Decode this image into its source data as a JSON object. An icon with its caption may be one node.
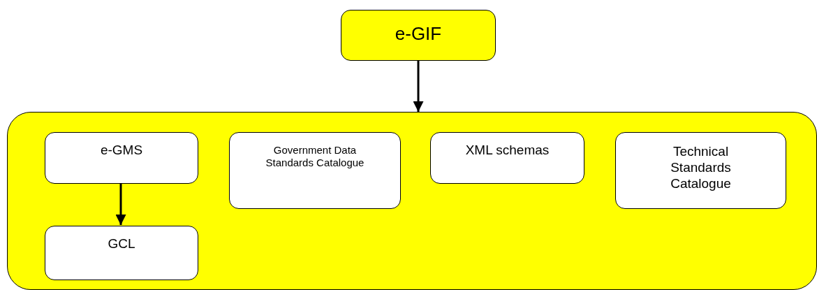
{
  "diagram": {
    "nodes": [
      {
        "text": [
          "e-GIF"
        ]
      },
      {
        "text": [],
        "shape": "box"
      },
      {
        "text": [
          "e-GMS"
        ],
        "in": 1
      },
      {
        "text": [
          "Government Data Standards Catalogue"
        ],
        "in": 1
      },
      {
        "text": [
          "XML schemas"
        ],
        "in": 1
      },
      {
        "text": [
          "Technical Standards Catalogue"
        ],
        "in": 1
      },
      {
        "text": [
          "GCL"
        ],
        "in": 1
      }
    ],
    "edges": [
      {
        "from": 0,
        "to": 1,
        "arrow": "to"
      },
      {
        "from": 2,
        "to": 6,
        "arrow": "to"
      }
    ]
  }
}
